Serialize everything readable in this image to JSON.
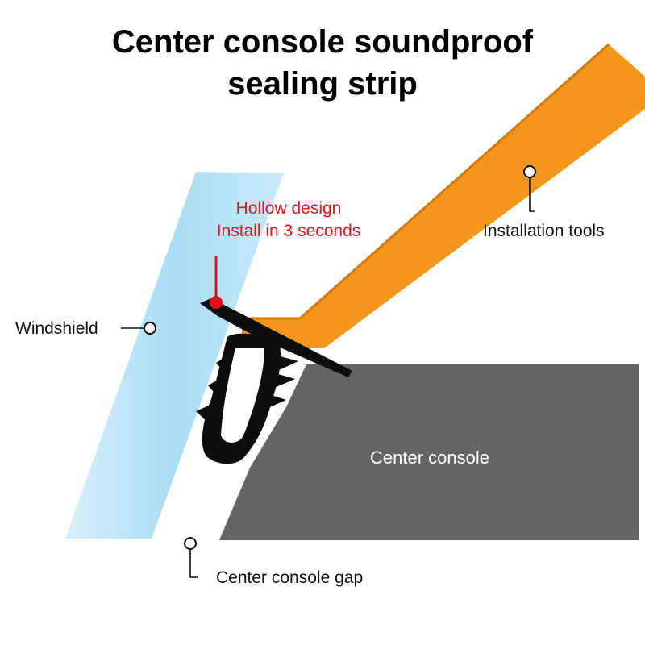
{
  "title": {
    "line1": "Center console soundproof",
    "line2": "sealing strip"
  },
  "callout": {
    "line1": "Hollow design",
    "line2": "Install in 3 seconds"
  },
  "labels": {
    "windshield": "Windshield",
    "installation_tools": "Installation tools",
    "center_console": "Center console",
    "center_console_gap": "Center console gap"
  },
  "colors": {
    "windshield": "#bfe3f5",
    "tool": "#f5961c",
    "console": "#646464",
    "strip": "#0d0d0d",
    "callout": "#e0111b"
  }
}
